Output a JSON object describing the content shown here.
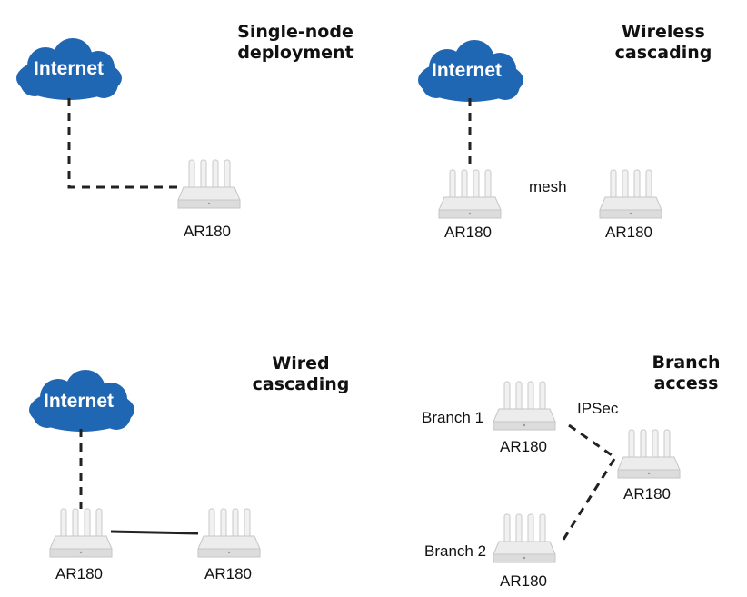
{
  "colors": {
    "cloud": "#1f66b3",
    "link": "#222222",
    "router_body": "#e9e9e9",
    "router_edge": "#c8c8c8"
  },
  "scenarios": {
    "single_node": {
      "title_line1": "Single-node",
      "title_line2": "deployment",
      "internet_label": "Internet",
      "router_label": "AR180"
    },
    "wireless_cascading": {
      "title_line1": "Wireless",
      "title_line2": "cascading",
      "internet_label": "Internet",
      "router1_label": "AR180",
      "router2_label": "AR180",
      "link_label": "mesh"
    },
    "wired_cascading": {
      "title_line1": "Wired",
      "title_line2": "cascading",
      "internet_label": "Internet",
      "router1_label": "AR180",
      "router2_label": "AR180"
    },
    "branch_access": {
      "title_line1": "Branch",
      "title_line2": "access",
      "branch1_label": "Branch 1",
      "branch2_label": "Branch 2",
      "branch1_router_label": "AR180",
      "branch2_router_label": "AR180",
      "hq_router_label": "AR180",
      "link_label": "IPSec"
    }
  }
}
